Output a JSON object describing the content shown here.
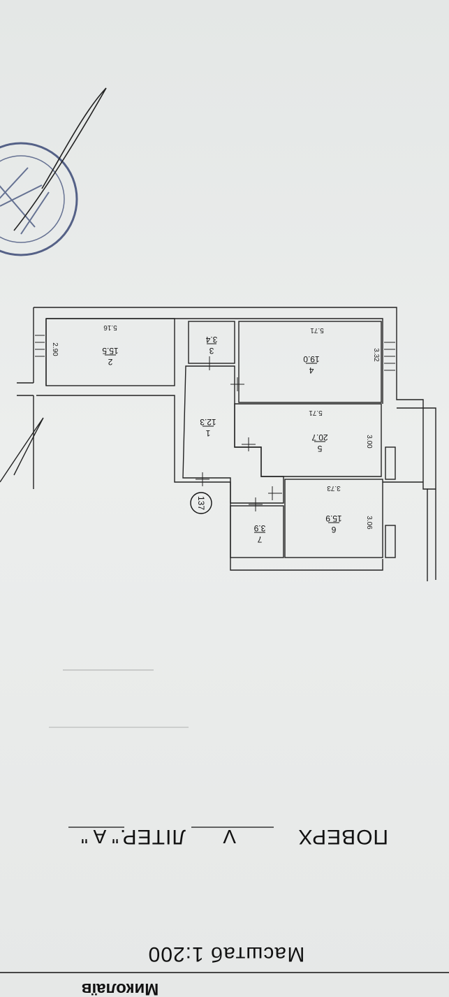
{
  "document": {
    "city": "Миколаїв",
    "scale_label": "Масштаб 1:200",
    "floor_label": "ПОВЕРХ",
    "floor_value": "V",
    "liter_label": "ЛІТЕР.",
    "liter_value": "\" А \"",
    "apartment_number": "137"
  },
  "rooms": [
    {
      "id": "1",
      "area": "12.3"
    },
    {
      "id": "2",
      "area": "15.5"
    },
    {
      "id": "3",
      "area": "3.4"
    },
    {
      "id": "4",
      "area": "19.0"
    },
    {
      "id": "5",
      "area": "20.7"
    },
    {
      "id": "6",
      "area": "15.9"
    },
    {
      "id": "7",
      "area": "3.9"
    }
  ],
  "dimensions": {
    "room2_length": "5.16",
    "room2_width": "2.90",
    "room4_length": "5.71",
    "room4_width": "3.32",
    "room5_length": "5.71",
    "room5_width": "3.00",
    "room6_length": "3.73",
    "room6_width": "3.06"
  },
  "colors": {
    "paper": "#e9ebea",
    "ink": "#111111",
    "stamp": "#2f3f6e"
  }
}
